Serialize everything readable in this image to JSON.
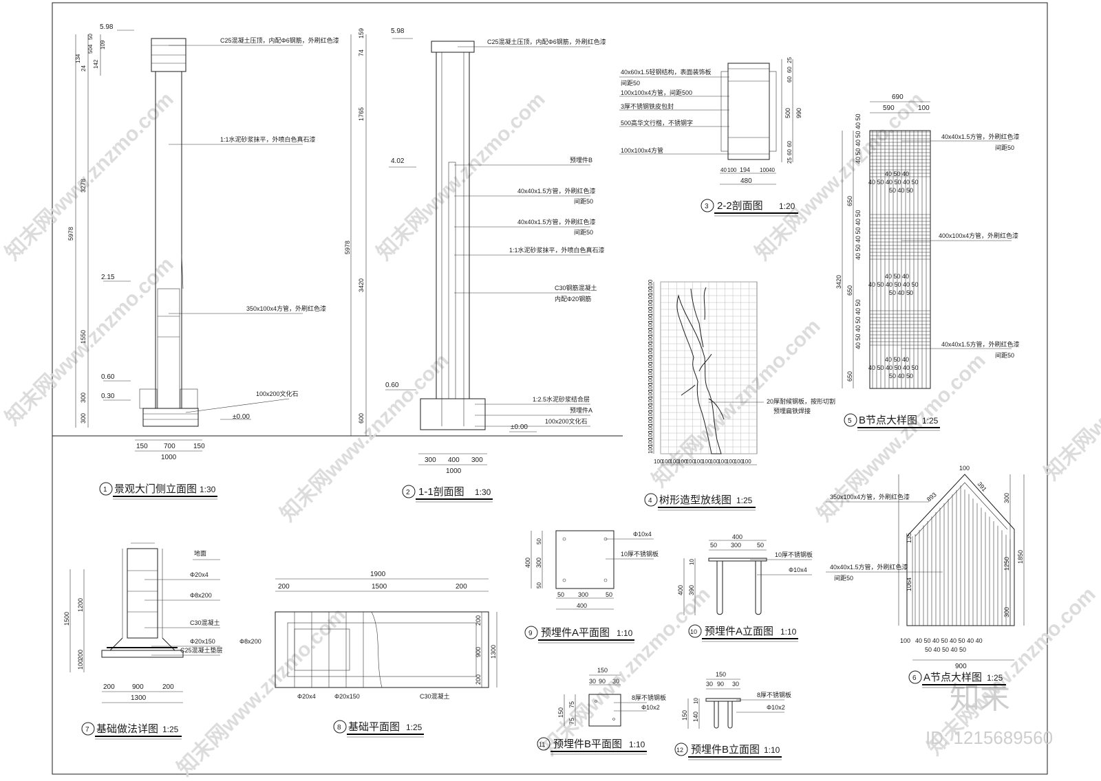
{
  "watermark": {
    "site": "知末网www.znzmo.com",
    "brand": "知末",
    "id": "ID: 1215689560"
  },
  "figures": [
    {
      "num": "1",
      "title": "景观大门侧立面图",
      "scale": "1:30"
    },
    {
      "num": "2",
      "title": "1-1剖面图",
      "scale": "1:30"
    },
    {
      "num": "3",
      "title": "2-2剖面图",
      "scale": "1:20"
    },
    {
      "num": "4",
      "title": "树形造型放线图",
      "scale": "1:25"
    },
    {
      "num": "5",
      "title": "B节点大样图",
      "scale": "1:25"
    },
    {
      "num": "6",
      "title": "A节点大样图",
      "scale": "1:25"
    },
    {
      "num": "7",
      "title": "基础做法详图",
      "scale": "1:25"
    },
    {
      "num": "8",
      "title": "基础平面图",
      "scale": "1:25"
    },
    {
      "num": "9",
      "title": "预埋件A平面图",
      "scale": "1:10"
    },
    {
      "num": "10",
      "title": "预埋件A立面图",
      "scale": "1:10"
    },
    {
      "num": "11",
      "title": "预埋件B平面图",
      "scale": "1:10"
    },
    {
      "num": "12",
      "title": "预埋件B立面图",
      "scale": "1:10"
    }
  ],
  "fig1": {
    "elev": [
      "5.98",
      "2.15",
      "0.60",
      "0.30",
      "±0.00"
    ],
    "dims_v": [
      "5978",
      "3278",
      "1550",
      "300",
      "300",
      "134",
      "504",
      "50",
      "24",
      "142",
      "109"
    ],
    "dims_h": [
      "150",
      "700",
      "150",
      "1000"
    ],
    "notes": [
      "C25混凝土压顶，内配Φ6钢筋，外刷红色漆",
      "1:1水泥砂浆抹平，外喷白色真石漆",
      "350x100x4方管，外刷红色漆",
      "100x200文化石"
    ]
  },
  "fig2": {
    "elev": [
      "5.98",
      "4.02",
      "0.60",
      "±0.00"
    ],
    "dims_v": [
      "5978",
      "159",
      "74",
      "1765",
      "3420",
      "600"
    ],
    "dims_h": [
      "300",
      "400",
      "300",
      "1000"
    ],
    "notes": [
      "C25混凝土压顶，内配Φ6钢筋，外刷红色漆",
      "预埋件B",
      "40x40x1.5方管，外刷红色漆",
      "间距50",
      "40x40x1.5方管，外刷红色漆",
      "间距50",
      "1:1水泥砂浆抹平，外喷白色真石漆",
      "C30钢筋混凝土",
      "内配Φ20钢筋",
      "1:2.5水泥砂浆结合层",
      "预埋件A",
      "100x200文化石"
    ]
  },
  "fig3": {
    "notes": [
      "40x60x1.5轻钢结构，表面装饰板",
      "间距50",
      "100x100x4方管，间距500",
      "3厚不锈钢铁皮包封",
      "500高华文行楷，不锈钢字",
      "100x100x4方管"
    ],
    "dims_v": [
      "25",
      "60",
      "60",
      "500",
      "990",
      "60",
      "60",
      "25"
    ],
    "dims_h": [
      "40",
      "100",
      "194",
      "100",
      "40",
      "480"
    ]
  },
  "fig4": {
    "ticks_v": [
      "100",
      "100",
      "100",
      "100",
      "100",
      "100",
      "100",
      "100",
      "100",
      "100",
      "100",
      "100",
      "100",
      "100",
      "100",
      "100",
      "100",
      "100",
      "100",
      "100",
      "100",
      "100",
      "100",
      "100",
      "100"
    ],
    "ticks_h": [
      "100",
      "100",
      "100",
      "100",
      "100",
      "100",
      "100",
      "100",
      "100",
      "100",
      "100",
      "100"
    ],
    "notes": [
      "20厚耐候钢板，按形切割",
      "预埋扁铁焊接"
    ]
  },
  "fig5": {
    "dims_h": [
      "690",
      "590",
      "100"
    ],
    "dims_v": [
      "3420",
      "650",
      "650",
      "650"
    ],
    "notes": [
      "40x40x1.5方管，外刷红色漆",
      "间距50",
      "400x100x4方管，外刷红色漆",
      "40x40x1.5方管，外刷红色漆",
      "间距50"
    ],
    "row_a": "40 50 40",
    "row_b": "40 50 40 50 40 50",
    "row_c": "50 40 50",
    "side_a": "40 50 40",
    "side_b": "40 50 40 50 40 50"
  },
  "fig6": {
    "notes": [
      "350x100x4方管，外刷红色漆",
      "40x40x1.5方管，外刷红色漆",
      "间距50"
    ],
    "dims_v": [
      "1850",
      "1250",
      "300",
      "300",
      "1064",
      "135"
    ],
    "dims_h": [
      "100",
      "893",
      "391",
      "900",
      "100"
    ],
    "row_a": "40 50 40 50 40 50 40 40",
    "row_b": "50 40 50 40 50"
  },
  "fig7": {
    "notes": [
      "地面",
      "Φ20x4",
      "Φ8x200",
      "C30混凝土",
      "Φ20x150",
      "C25混凝土垫层"
    ],
    "dims_v": [
      "1500",
      "1200",
      "200",
      "100"
    ],
    "dims_h": [
      "200",
      "900",
      "200",
      "1300"
    ]
  },
  "fig8": {
    "dims_h": [
      "1900",
      "200",
      "1500",
      "200"
    ],
    "dims_v": [
      "200",
      "900",
      "200",
      "1300"
    ],
    "notes": [
      "Φ8x200",
      "Φ20x4",
      "Φ20x150",
      "C30混凝土"
    ]
  },
  "fig9": {
    "notes": [
      "Φ10x4",
      "10厚不锈钢板"
    ],
    "dims_v": [
      "400",
      "50",
      "300",
      "50"
    ],
    "dims_h": [
      "50",
      "300",
      "50",
      "400"
    ]
  },
  "fig10": {
    "notes": [
      "10厚不锈钢板",
      "Φ10x4"
    ],
    "dims_h": [
      "400",
      "50",
      "300",
      "50"
    ],
    "dims_v": [
      "400",
      "10",
      "390"
    ]
  },
  "fig11": {
    "notes": [
      "8厚不锈钢板",
      "Φ10x2"
    ],
    "dims_h": [
      "150",
      "30",
      "90",
      "30"
    ],
    "dims_v": [
      "150",
      "75",
      "75"
    ]
  },
  "fig12": {
    "notes": [
      "8厚不锈钢板",
      "Φ10x2"
    ],
    "dims_h": [
      "150",
      "30",
      "90",
      "30"
    ],
    "dims_v": [
      "150",
      "10",
      "140"
    ]
  }
}
